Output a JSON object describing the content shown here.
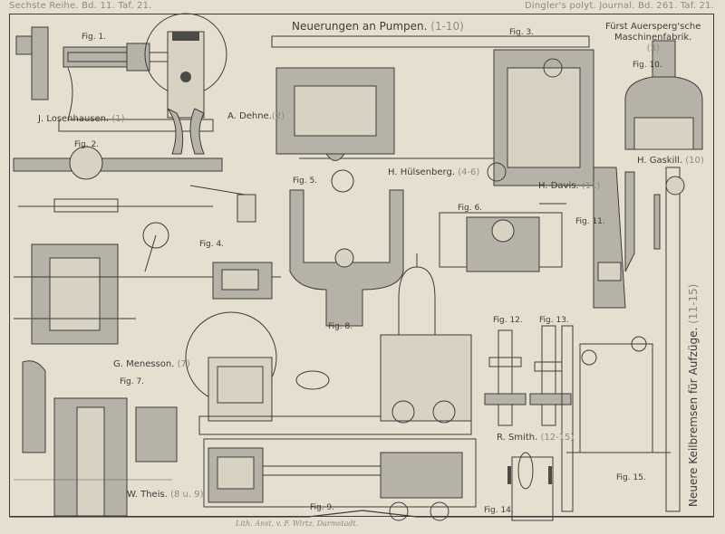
{
  "header": {
    "left": "Sechste Reihe. Bd. 11. Taf. 21.",
    "right": "Dingler's polyt. Journal. Bd. 261. Taf. 21."
  },
  "plate_title": {
    "text": "Neuerungen an Pumpen.",
    "range": "(1-10)"
  },
  "side_title": {
    "text": "Neuere Keilbremsen für Aufzüge.",
    "range": "(11-15)"
  },
  "inventors": [
    {
      "name": "J. Losenhausen.",
      "figs": "(1)"
    },
    {
      "name": "A. Dehne.",
      "figs": "(2)"
    },
    {
      "name": "Fürst Auersperg'sche",
      "name2": "Maschinenfabrik.",
      "figs": "(3)"
    },
    {
      "name": "H. Hülsenberg.",
      "figs": "(4-6)"
    },
    {
      "name": "H. Davis.",
      "figs": "(11)"
    },
    {
      "name": "H. Gaskill.",
      "figs": "(10)"
    },
    {
      "name": "G. Menesson.",
      "figs": "(7)"
    },
    {
      "name": "W. Theis.",
      "figs": "(8 u. 9)"
    },
    {
      "name": "R. Smith.",
      "figs": "(12-15)"
    }
  ],
  "figures": [
    "Fig. 1.",
    "Fig. 2.",
    "Fig. 3.",
    "Fig. 4.",
    "Fig. 5.",
    "Fig. 6.",
    "Fig. 7.",
    "Fig. 8.",
    "Fig. 9.",
    "Fig. 10.",
    "Fig. 11.",
    "Fig. 12.",
    "Fig. 13.",
    "Fig. 14.",
    "Fig. 15."
  ],
  "credit": "Lith. Anst. v. F. Wirtz, Darmstadt."
}
